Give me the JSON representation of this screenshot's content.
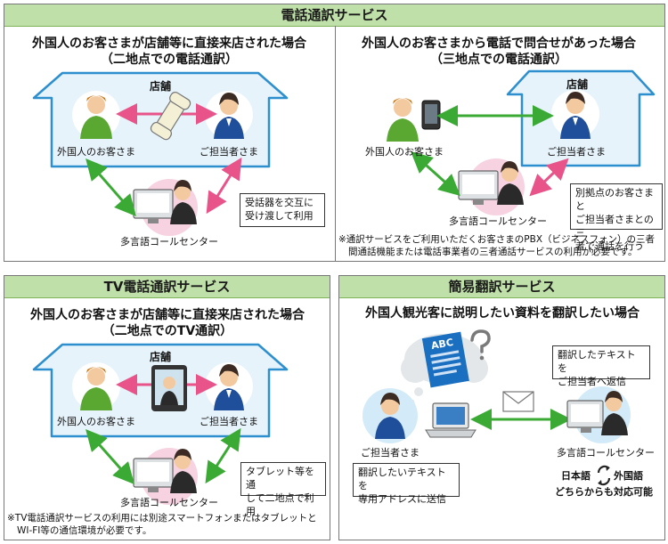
{
  "phone": {
    "title": "電話通訳サービス",
    "left": {
      "heading_line1": "外国人のお客さまが店舗等に直接来店された場合",
      "heading_line2": "（二地点での電話通訳）",
      "store": "店舗",
      "foreign_customer": "外国人のお客さま",
      "staff": "ご担当者さま",
      "call_center": "多言語コールセンター",
      "note_line1": "受話器を交互に",
      "note_line2": "受け渡して利用"
    },
    "right": {
      "heading_line1": "外国人のお客さまから電話で問合せがあった場合",
      "heading_line2": "（三地点での電話通訳）",
      "store": "店舗",
      "foreign_customer": "外国人のお客さま",
      "staff": "ご担当者さま",
      "call_center": "多言語コールセンター",
      "note_line1": "別拠点のお客さまと",
      "note_line2": "ご担当者さまとの三",
      "note_line3": "者で通話を行う",
      "footnote_line1": "※通訳サービスをご利用いただくお客さまのPBX（ビジネスフォン）の三者",
      "footnote_line2": "間通話機能または電話事業者の三者通話サービスの利用が必要です。"
    }
  },
  "tv": {
    "title": "TV電話通訳サービス",
    "heading_line1": "外国人のお客さまが店舗等に直接来店された場合",
    "heading_line2": "（二地点でのTV通訳）",
    "store": "店舗",
    "foreign_customer": "外国人のお客さま",
    "staff": "ご担当者さま",
    "call_center": "多言語コールセンター",
    "note_line1": "タブレット等を通",
    "note_line2": "して二地点で利用",
    "footnote_line1": "※TV電話通訳サービスの利用には別途スマートフォンまたはタブレットと",
    "footnote_line2": "WI-FI等の通信環境が必要です。"
  },
  "simple": {
    "title": "簡易翻訳サービス",
    "heading": "外国人観光客に説明したい資料を翻訳したい場合",
    "doc_label": "ABC",
    "reply_line1": "翻訳したテキストを",
    "reply_line2": "ご担当者へ返信",
    "staff": "ご担当者さま",
    "call_center": "多言語コールセンター",
    "send_line1": "翻訳したいテキストを",
    "send_line2": "専用アドレスに送信",
    "lang_left": "日本語",
    "lang_right": "外国語",
    "both_ways": "どちらからも対応可能"
  },
  "colors": {
    "header_green": "#bfe0a8",
    "house_fill": "#e6f3fb",
    "house_stroke": "#2e8fcf",
    "arrow_green": "#3aaa35",
    "arrow_pink": "#e8538a",
    "pink_circle": "#f7d3e2",
    "blue_circle": "#d3ebf8"
  }
}
